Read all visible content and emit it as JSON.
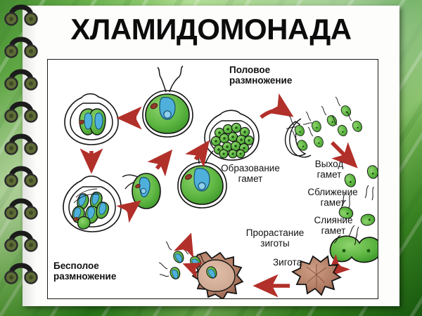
{
  "slide": {
    "title": "ХЛАМИДОМОНАДА",
    "background_color": "#4e9e2e",
    "paper_color": "#fdfdfb",
    "frame_border_color": "#1a1a1a"
  },
  "binding": {
    "name": "spiral-binding",
    "ring_count": 9,
    "ring_color": "#1b1b1b",
    "ring_hole_color": "#5d6b36"
  },
  "diagram": {
    "name": "chlamydomonas-life-cycle",
    "arrow_color": "#b2302a",
    "cell_body_color": "#5fb743",
    "cell_outline_color": "#121212",
    "chloroplast_color": "#3fa3d6",
    "eyespot_color": "#8e3a2a",
    "zygote_color": "#b07a62",
    "zygote_inner_color": "#d9ab94",
    "labels": {
      "sexual_reproduction": "Половое\nразмножение",
      "gamete_formation": "Образование\nгамет",
      "gamete_exit": "Выход\nгамет",
      "gamete_approach": "Сближение\nгамет",
      "gamete_fusion": "Слияние\nгамет",
      "zygote_germination": "Прорастание\nзиготы",
      "zygote": "Зигота",
      "asexual_reproduction": "Бесполое\nразмножение"
    }
  }
}
